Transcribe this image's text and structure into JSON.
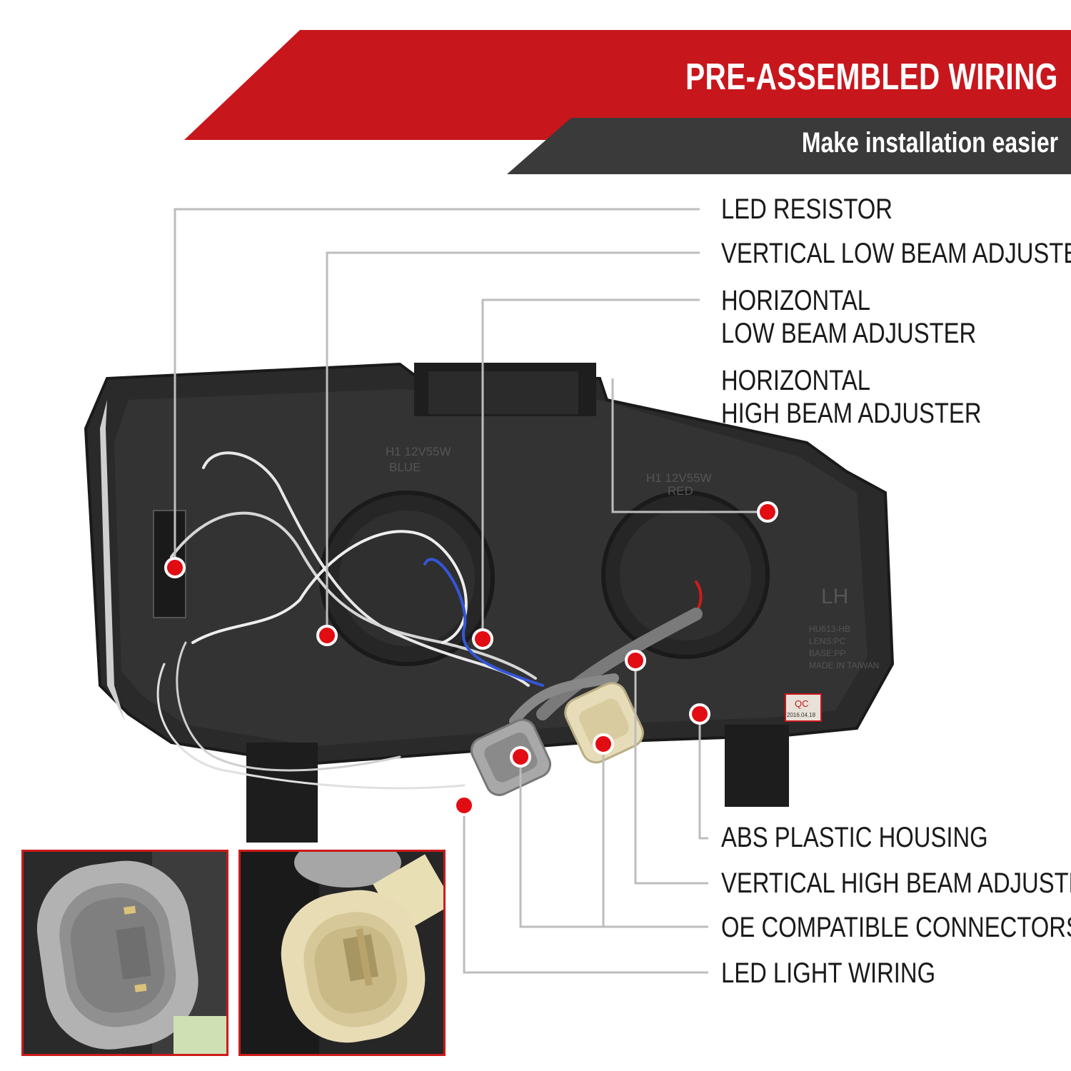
{
  "banner": {
    "title": "PRE-ASSEMBLED WIRING",
    "subtitle": "Make installation easier",
    "colors": {
      "red": "#c8161d",
      "dark": "#3a3a3a"
    }
  },
  "callouts": {
    "led_resistor": "LED RESISTOR",
    "vertical_low_beam_adjuster": "VERTICAL LOW BEAM ADJUSTER",
    "horizontal_low_beam_adjuster": [
      "HORIZONTAL",
      "LOW BEAM ADJUSTER"
    ],
    "horizontal_high_beam_adjuster": [
      "HORIZONTAL",
      "HIGH BEAM ADJUSTER"
    ],
    "abs_plastic_housing": "ABS PLASTIC HOUSING",
    "vertical_high_beam_adjuster": "VERTICAL HIGH BEAM ADJUSTER",
    "oe_compatible_connectors": "OE COMPATIBLE CONNECTORS",
    "led_light_wiring": "LED LIGHT WIRING"
  },
  "housing_markings": {
    "low_bulb": "H1 12V55W",
    "low_bulb_color": "BLUE",
    "high_bulb": "H1 12V55W",
    "high_bulb_color": "RED",
    "side": "LH",
    "spec_lines": [
      "HU613-HB",
      "LENS:PC",
      "BASE:PP",
      "MADE IN TAIWAN"
    ],
    "qc": "QC",
    "qc_date": "2016.04.18"
  },
  "marker_color": "#e10d13",
  "icons": {
    "marker": "red-dot-marker-icon"
  }
}
